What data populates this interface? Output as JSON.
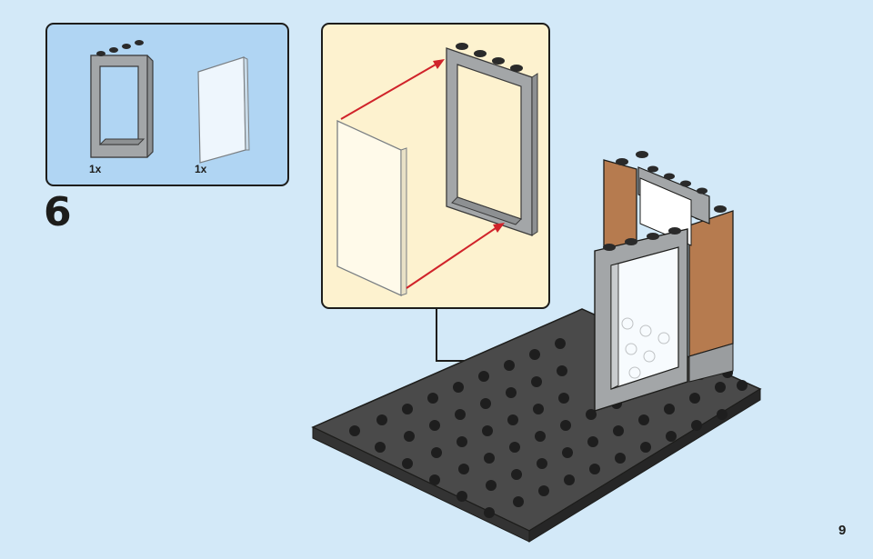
{
  "step": {
    "number": "6"
  },
  "parts_list": {
    "items": [
      {
        "name": "door-frame",
        "qty": "1x"
      },
      {
        "name": "glass-pane",
        "qty": "1x"
      }
    ]
  },
  "page": {
    "number": "9"
  },
  "colors": {
    "page_background": "#d3e9f8",
    "parts_panel_background": "#b0d5f3",
    "sub_panel_background": "#fdf2cf",
    "frame_gray": "#a3a6a8",
    "baseplate_dark": "#4a4a4a",
    "brown_wall": "#b67b4f",
    "arrow_red": "#d0232a"
  }
}
